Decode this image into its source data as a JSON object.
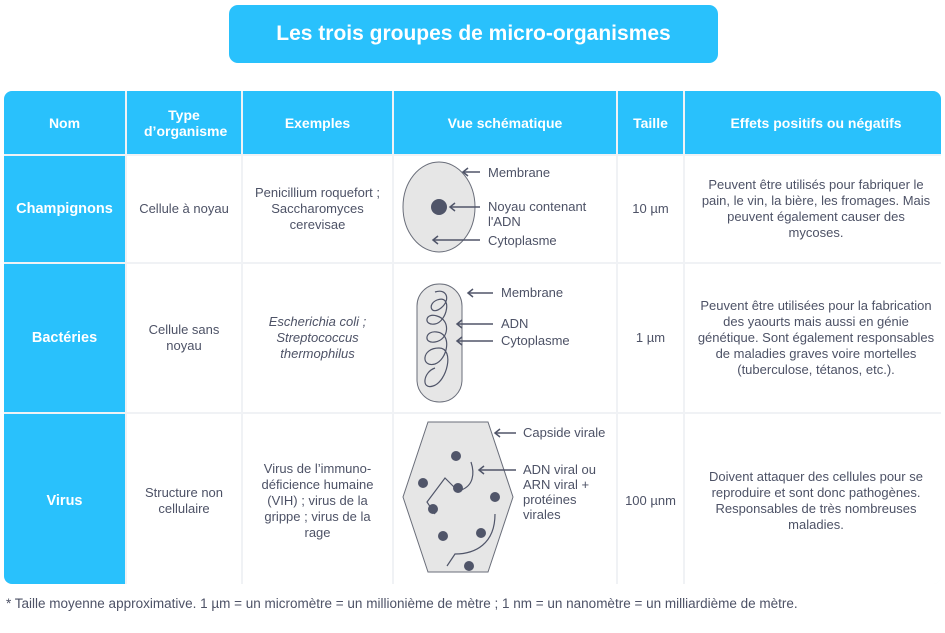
{
  "title": "Les trois groupes de micro-organismes",
  "table": {
    "headers": {
      "nom": "Nom",
      "type": "Type d’organisme",
      "exemples": "Exemples",
      "vue": "Vue schématique",
      "taille": "Taille",
      "effets": "Effets positifs ou négatifs"
    },
    "rows": [
      {
        "nom": "Champignons",
        "type": "Cellule à noyau",
        "exemples_line1": "Penicillium roquefort ;",
        "exemples_line2": "Saccharomyces cerevisae",
        "diagram_labels": {
          "membrane": "Membrane",
          "noyau": "Noyau contenant l'ADN",
          "cytoplasme": "Cytoplasme"
        },
        "taille": "10 µm",
        "effets": "Peuvent être utilisés pour fabriquer le pain, le vin, la bière, les fromages. Mais peuvent également causer des mycoses."
      },
      {
        "nom": "Bactéries",
        "type": "Cellule sans noyau",
        "exemples_line1": "Escherichia coli ;",
        "exemples_line2": "Streptococcus thermophilus",
        "diagram_labels": {
          "membrane": "Membrane",
          "adn": "ADN",
          "cytoplasme": "Cytoplasme"
        },
        "taille": "1 µm",
        "effets": "Peuvent être utilisées pour la fabrication des yaourts mais aussi en génie génétique. Sont également responsables de maladies graves voire mortelles (tuberculose, tétanos, etc.)."
      },
      {
        "nom": "Virus",
        "type": "Structure non cellulaire",
        "exemples": "Virus de l’immuno-déficience humaine (VIH) ; virus de la grippe ; virus de la rage",
        "diagram_labels": {
          "capside": "Capside virale",
          "adn": "ADN viral ou ARN viral + protéines virales"
        },
        "taille": "100 µnm",
        "effets": "Doivent attaquer des cellules pour se reproduire et sont donc pathogènes. Responsables de très nombreuses maladies."
      }
    ]
  },
  "footnote": "* Taille moyenne approximative. 1 µm = un micromètre = un millionième de mètre ; 1 nm = un nanomètre = un milliardième de mètre.",
  "colors": {
    "accent": "#29c1fc",
    "text": "#4d5266",
    "diagram_fill": "#e6e6e6",
    "diagram_stroke": "#505569"
  }
}
